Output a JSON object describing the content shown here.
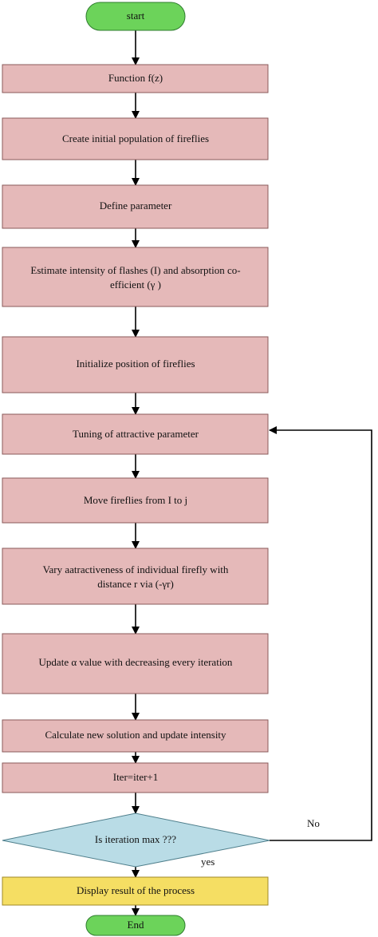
{
  "colors": {
    "terminal": "#6cd35a",
    "process": "#e5b9b9",
    "decision": "#b9dce6",
    "output": "#f5de63",
    "line": "#000000"
  },
  "nodes": {
    "start": "start",
    "function": "Function f(z)",
    "create": "Create initial population of fireflies",
    "define": "Define parameter",
    "estimate_1": "Estimate intensity of flashes (I) and absorption co-",
    "estimate_2": "efficient (γ )",
    "initialize": "Initialize position of fireflies",
    "tuning": "Tuning of attractive parameter",
    "move": "Move fireflies from I to j",
    "vary_1": "Vary aatractiveness of individual firefly with",
    "vary_2": "distance r via (-γr)",
    "update": "Update α value with decreasing every iteration",
    "calculate": "Calculate new solution and update intensity",
    "iter": "Iter=iter+1",
    "decision": "Is iteration max ???",
    "display": "Display result of the process",
    "end": "End"
  },
  "edge_labels": {
    "no": "No",
    "yes": "yes"
  }
}
